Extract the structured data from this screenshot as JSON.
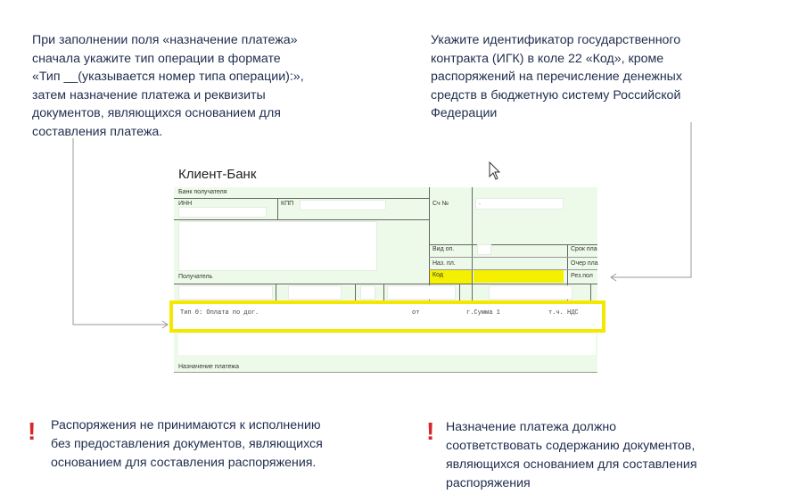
{
  "notes": {
    "left": "При заполнении поля «назначение платежа»\nсначала укажите тип  операции в формате\n«Тип __(указывается номер типа операции):»,\nзатем назначение платежа и  реквизиты\nдокументов, являющихся  основанием для\nсоставления платежа.",
    "right": "Укажите идентификатор государственного\nконтракта (ИГК) в коле 22 «Код», кроме\nраспоряжений на перечисление денежных\nсредств в бюджетную систему Российской\nФедерации"
  },
  "form": {
    "title": "Клиент-Банк",
    "bank_label": "Банк получателя",
    "inn_label": "ИНН",
    "kpp_label": "КПП",
    "account_label": "Сч №",
    "account_value": ".",
    "op_type_label": "Вид оп.",
    "purpose_code_label": "Наз. пл.",
    "code_label": "Код",
    "due_label": "Срок пла",
    "priority_label": "Очер пла",
    "reserve_label": "Рез.пол",
    "recipient_label": "Получатель",
    "purpose_text": {
      "type": "Тип 0: Оплата по дог.",
      "from": "от",
      "sum": "г.Сумма 1",
      "vat": "т.ч. НДС"
    },
    "purpose_label": "Назначение платежа"
  },
  "warnings": {
    "left": "Распоряжения не принимаются к исполнению\nбез предоставления документов, являющихся\nоснованием для составления распоряжения.",
    "right": "Назначение платежа должно\nсоответствовать содержанию документов,\nявляющихся основанием для составления\nраспоряжения",
    "icon": "exclamation-icon"
  },
  "colors": {
    "highlight": "#f5e800",
    "form_bg": "#eefae9",
    "warning": "#d9262c"
  }
}
